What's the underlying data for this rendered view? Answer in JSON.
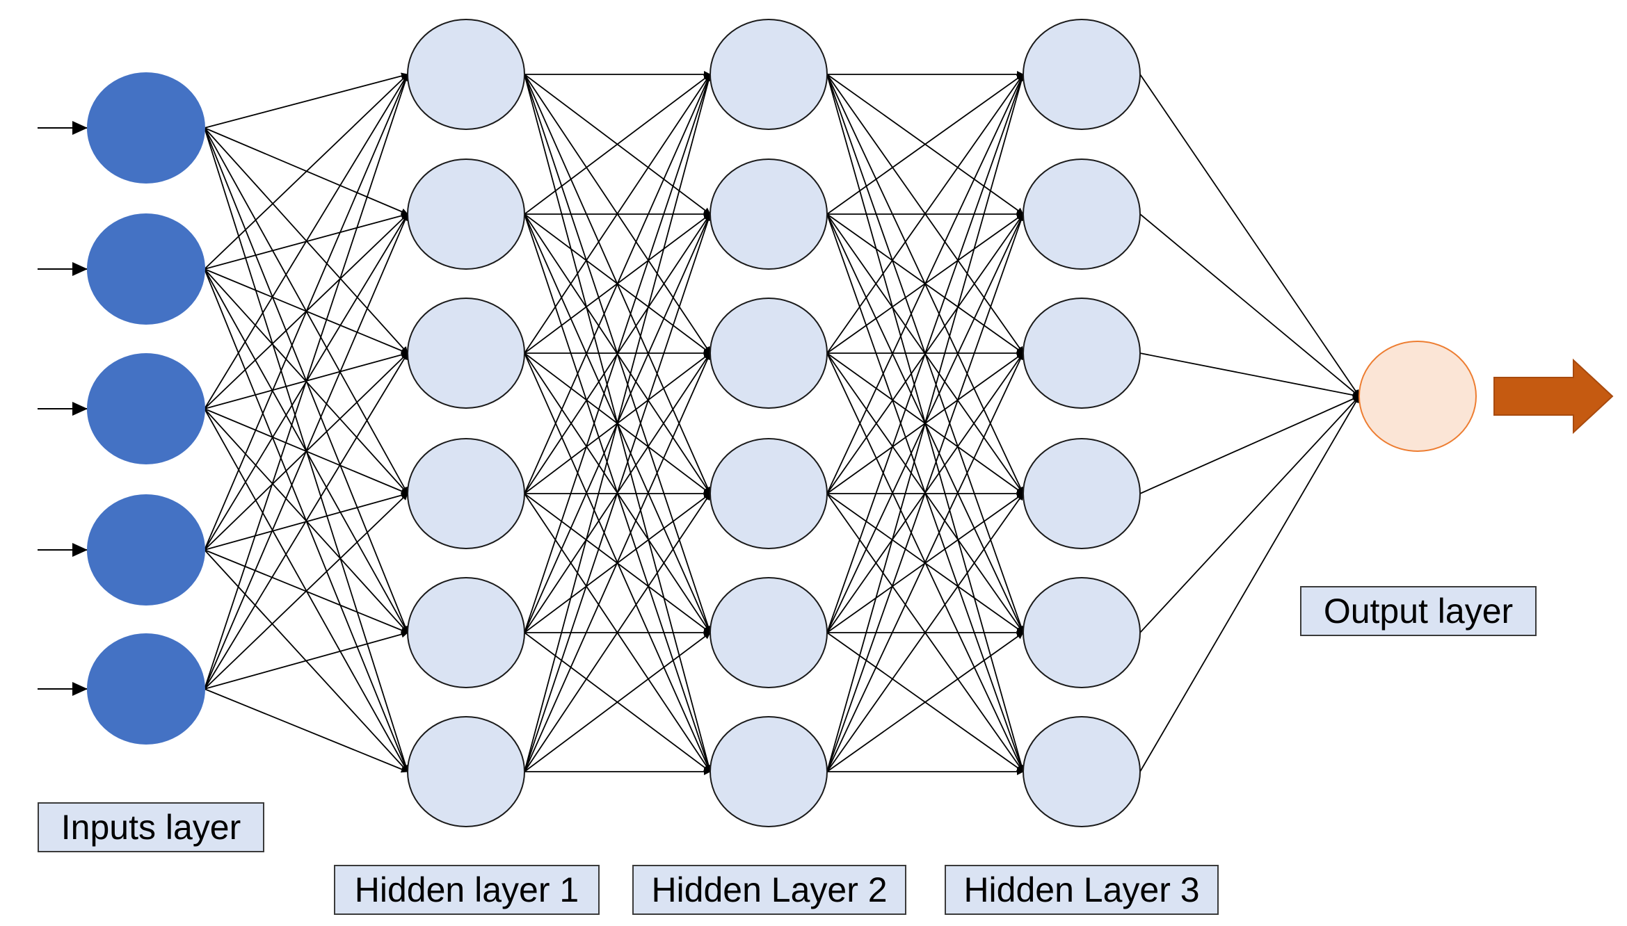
{
  "labels": {
    "inputs": "Inputs layer",
    "hidden1": "Hidden layer 1",
    "hidden2": "Hidden Layer 2",
    "hidden3": "Hidden Layer 3",
    "output": "Output layer"
  },
  "network": {
    "layers": [
      {
        "id": "inputs",
        "nodes": 5,
        "role": "input"
      },
      {
        "id": "hidden1",
        "nodes": 6,
        "role": "hidden"
      },
      {
        "id": "hidden2",
        "nodes": 6,
        "role": "hidden"
      },
      {
        "id": "hidden3",
        "nodes": 6,
        "role": "hidden"
      },
      {
        "id": "output",
        "nodes": 1,
        "role": "output"
      }
    ],
    "connectivity": "fully-connected",
    "input_arrows": 5,
    "output_arrow": true
  },
  "colors": {
    "input_node": "#4472c4",
    "hidden_node": "#dae3f3",
    "output_node_fill": "#fbe5d6",
    "output_node_stroke": "#ed7d31",
    "output_arrow": "#c55a11",
    "edge": "#000000",
    "label_box": "#dae3f3"
  }
}
